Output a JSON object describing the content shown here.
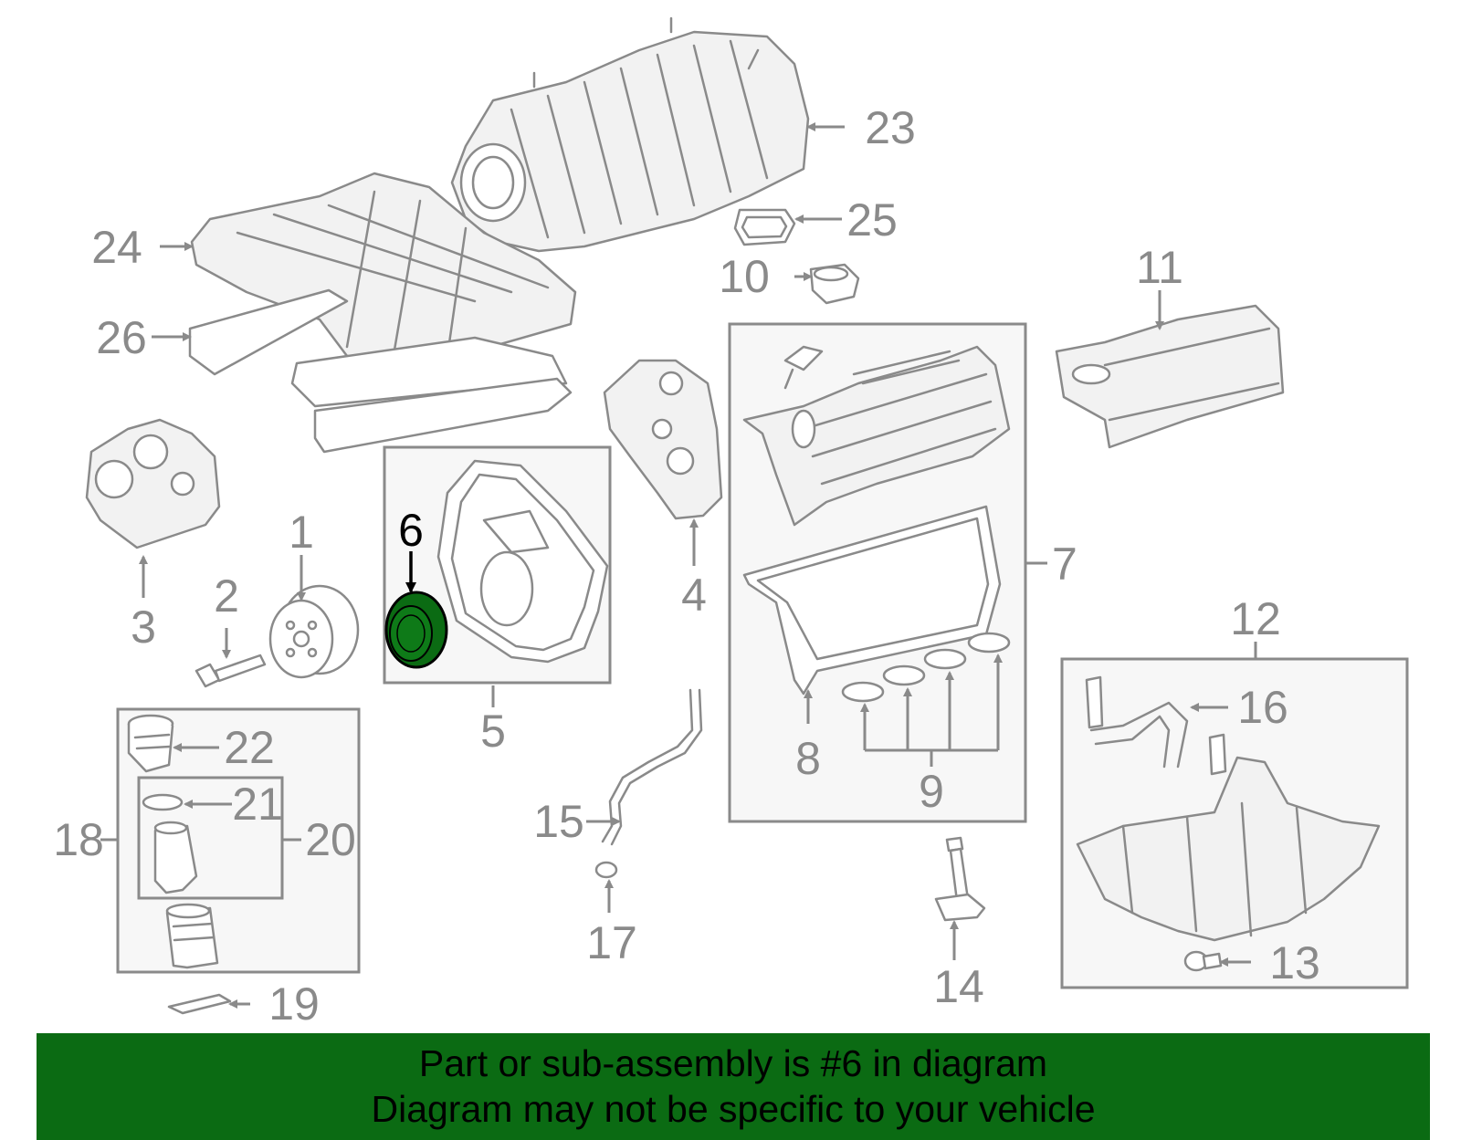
{
  "callouts": {
    "c1": "1",
    "c2": "2",
    "c3": "3",
    "c4": "4",
    "c5": "5",
    "c6": "6",
    "c7": "7",
    "c8": "8",
    "c9": "9",
    "c10": "10",
    "c11": "11",
    "c12": "12",
    "c13": "13",
    "c14": "14",
    "c15": "15",
    "c16": "16",
    "c17": "17",
    "c18": "18",
    "c19": "19",
    "c20": "20",
    "c21": "21",
    "c22": "22",
    "c23": "23",
    "c24": "24",
    "c25": "25",
    "c26": "26"
  },
  "highlight": {
    "part": "6",
    "color": "#0b6b13"
  },
  "banner": {
    "line1": "Part or sub-assembly is #6 in diagram",
    "line2": "Diagram may not be specific to your vehicle",
    "background": "#0b6b13"
  }
}
